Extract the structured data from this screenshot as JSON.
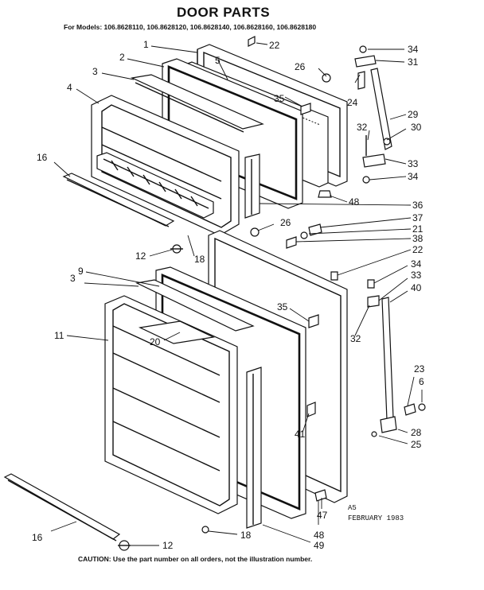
{
  "title": "DOOR PARTS",
  "models_line": "For Models: 106.8628110, 106.8628120, 106.8628140, 106.8628160, 106.8628180",
  "caution": "CAUTION: Use the part number on all orders, not the illustration number.",
  "stamp": {
    "code": "A5",
    "date": "FEBRUARY 1983"
  },
  "callouts": {
    "c1": "1",
    "c2": "2",
    "c3a": "3",
    "c4": "4",
    "c5": "5",
    "c22a": "22",
    "c26a": "26",
    "c35a": "35",
    "c34a": "34",
    "c31": "31",
    "c24": "24",
    "c29": "29",
    "c30": "30",
    "c32a": "32",
    "c33a": "33",
    "c34b": "34",
    "c48a": "48",
    "c16a": "16",
    "c36": "36",
    "c37": "37",
    "c26b": "26",
    "c21": "21",
    "c38": "38",
    "c22b": "22",
    "c12a": "12",
    "c18a": "18",
    "c9": "9",
    "c3b": "3",
    "c34c": "34",
    "c33b": "33",
    "c40": "40",
    "c35b": "35",
    "c32b": "32",
    "c11": "11",
    "c20": "20",
    "c23": "23",
    "c6": "6",
    "c41": "41",
    "c28": "28",
    "c25": "25",
    "c47": "47",
    "c48b": "48",
    "c49": "49",
    "c18b": "18",
    "c16b": "16",
    "c12b": "12"
  }
}
